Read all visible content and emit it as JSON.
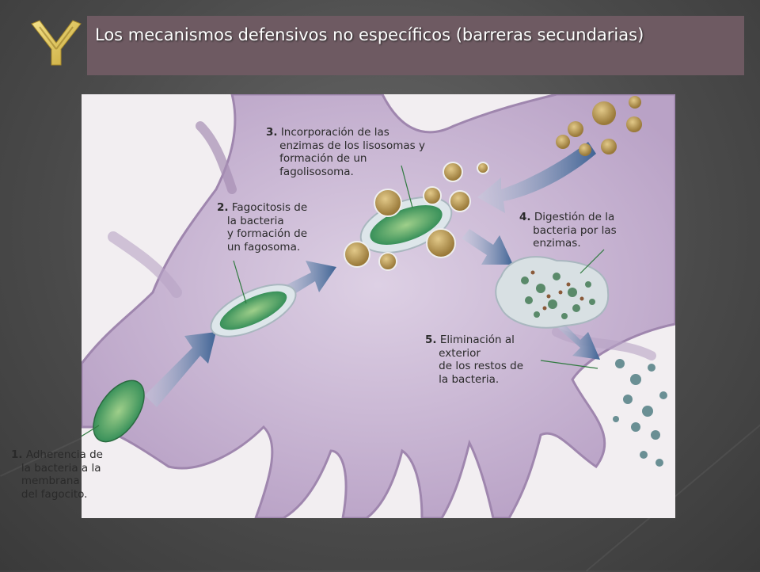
{
  "slide": {
    "title": "Los mecanismos defensivos no específicos (barreras secundarias)",
    "logo_icon": "antibody-y-icon",
    "colors": {
      "title_bar": "#6e5a62",
      "title_text": "#ffffff",
      "background": "#4a4a4a",
      "cell": "#c8b4d2",
      "bacteria": "#3e9a5a",
      "lysosome": "#b09050",
      "arrow": "#4f6f9a"
    }
  },
  "diagram": {
    "steps": [
      {
        "number": "1.",
        "lines": [
          "Adherencia de",
          "la bacteria a la",
          "membrana",
          "del fagocito."
        ]
      },
      {
        "number": "2.",
        "lines": [
          "Fagocitosis de",
          "la bacteria",
          "y formación de",
          "un fagosoma."
        ]
      },
      {
        "number": "3.",
        "lines": [
          "Incorporación de las",
          "enzimas de los lisosomas y",
          "formación de un",
          "fagolisosoma."
        ]
      },
      {
        "number": "4.",
        "lines": [
          "Digestión de la",
          "bacteria por las",
          "enzimas."
        ]
      },
      {
        "number": "5.",
        "lines": [
          "Eliminación al",
          "exterior",
          "de los restos de",
          "la bacteria."
        ]
      }
    ]
  }
}
